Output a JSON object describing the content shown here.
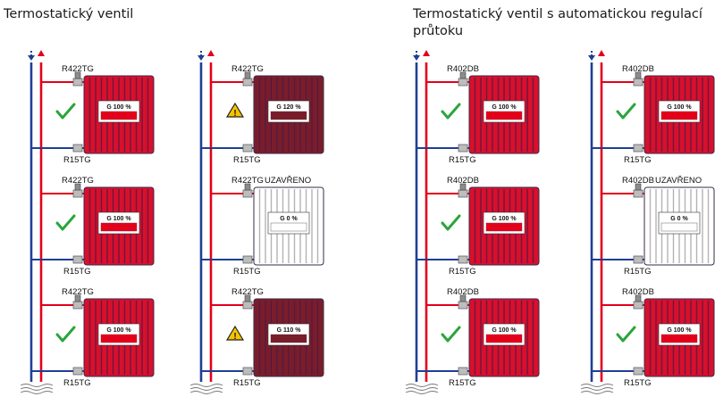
{
  "sections": [
    {
      "title": "Termostatický ventil",
      "columns": [
        {
          "radiators": [
            {
              "valve": "R422TG",
              "return_valve": "R15TG",
              "flow": "G 100 %",
              "flow_pct": 100,
              "state": "ok",
              "status": ""
            },
            {
              "valve": "R422TG",
              "return_valve": "R15TG",
              "flow": "G 100 %",
              "flow_pct": 100,
              "state": "ok",
              "status": ""
            },
            {
              "valve": "R422TG",
              "return_valve": "R15TG",
              "flow": "G 100 %",
              "flow_pct": 100,
              "state": "ok",
              "status": ""
            }
          ]
        },
        {
          "radiators": [
            {
              "valve": "R422TG",
              "return_valve": "R15TG",
              "flow": "G 120 %",
              "flow_pct": 120,
              "state": "warning",
              "status": ""
            },
            {
              "valve": "R422TG",
              "return_valve": "R15TG",
              "flow": "G 0 %",
              "flow_pct": 0,
              "state": "closed",
              "status": "UZAVŘENO"
            },
            {
              "valve": "R422TG",
              "return_valve": "R15TG",
              "flow": "G 110 %",
              "flow_pct": 110,
              "state": "warning",
              "status": ""
            }
          ]
        }
      ]
    },
    {
      "title": "Termostatický ventil s automatickou regulací průtoku",
      "columns": [
        {
          "radiators": [
            {
              "valve": "R402DB",
              "return_valve": "R15TG",
              "flow": "G 100 %",
              "flow_pct": 100,
              "state": "ok",
              "status": ""
            },
            {
              "valve": "R402DB",
              "return_valve": "R15TG",
              "flow": "G 100 %",
              "flow_pct": 100,
              "state": "ok",
              "status": ""
            },
            {
              "valve": "R402DB",
              "return_valve": "R15TG",
              "flow": "G 100 %",
              "flow_pct": 100,
              "state": "ok",
              "status": ""
            }
          ]
        },
        {
          "radiators": [
            {
              "valve": "R402DB",
              "return_valve": "R15TG",
              "flow": "G 100 %",
              "flow_pct": 100,
              "state": "ok",
              "status": ""
            },
            {
              "valve": "R402DB",
              "return_valve": "R15TG",
              "flow": "G 0 %",
              "flow_pct": 0,
              "state": "closed",
              "status": "UZAVŘENO"
            },
            {
              "valve": "R402DB",
              "return_valve": "R15TG",
              "flow": "G 100 %",
              "flow_pct": 100,
              "state": "ok",
              "status": ""
            }
          ]
        }
      ]
    }
  ],
  "icons": {
    "ok": "check-icon",
    "warning": "warning-icon",
    "supply": "up-arrow-icon",
    "return": "down-arrow-icon"
  },
  "colors": {
    "supply_pipe": "#e3001b",
    "return_pipe": "#1f3f95",
    "radiator_ok": "#d8102c",
    "radiator_over": "#7a1d2a",
    "radiator_closed": "#ffffff",
    "check": "#2aa53a",
    "warning": "#f5c400"
  }
}
